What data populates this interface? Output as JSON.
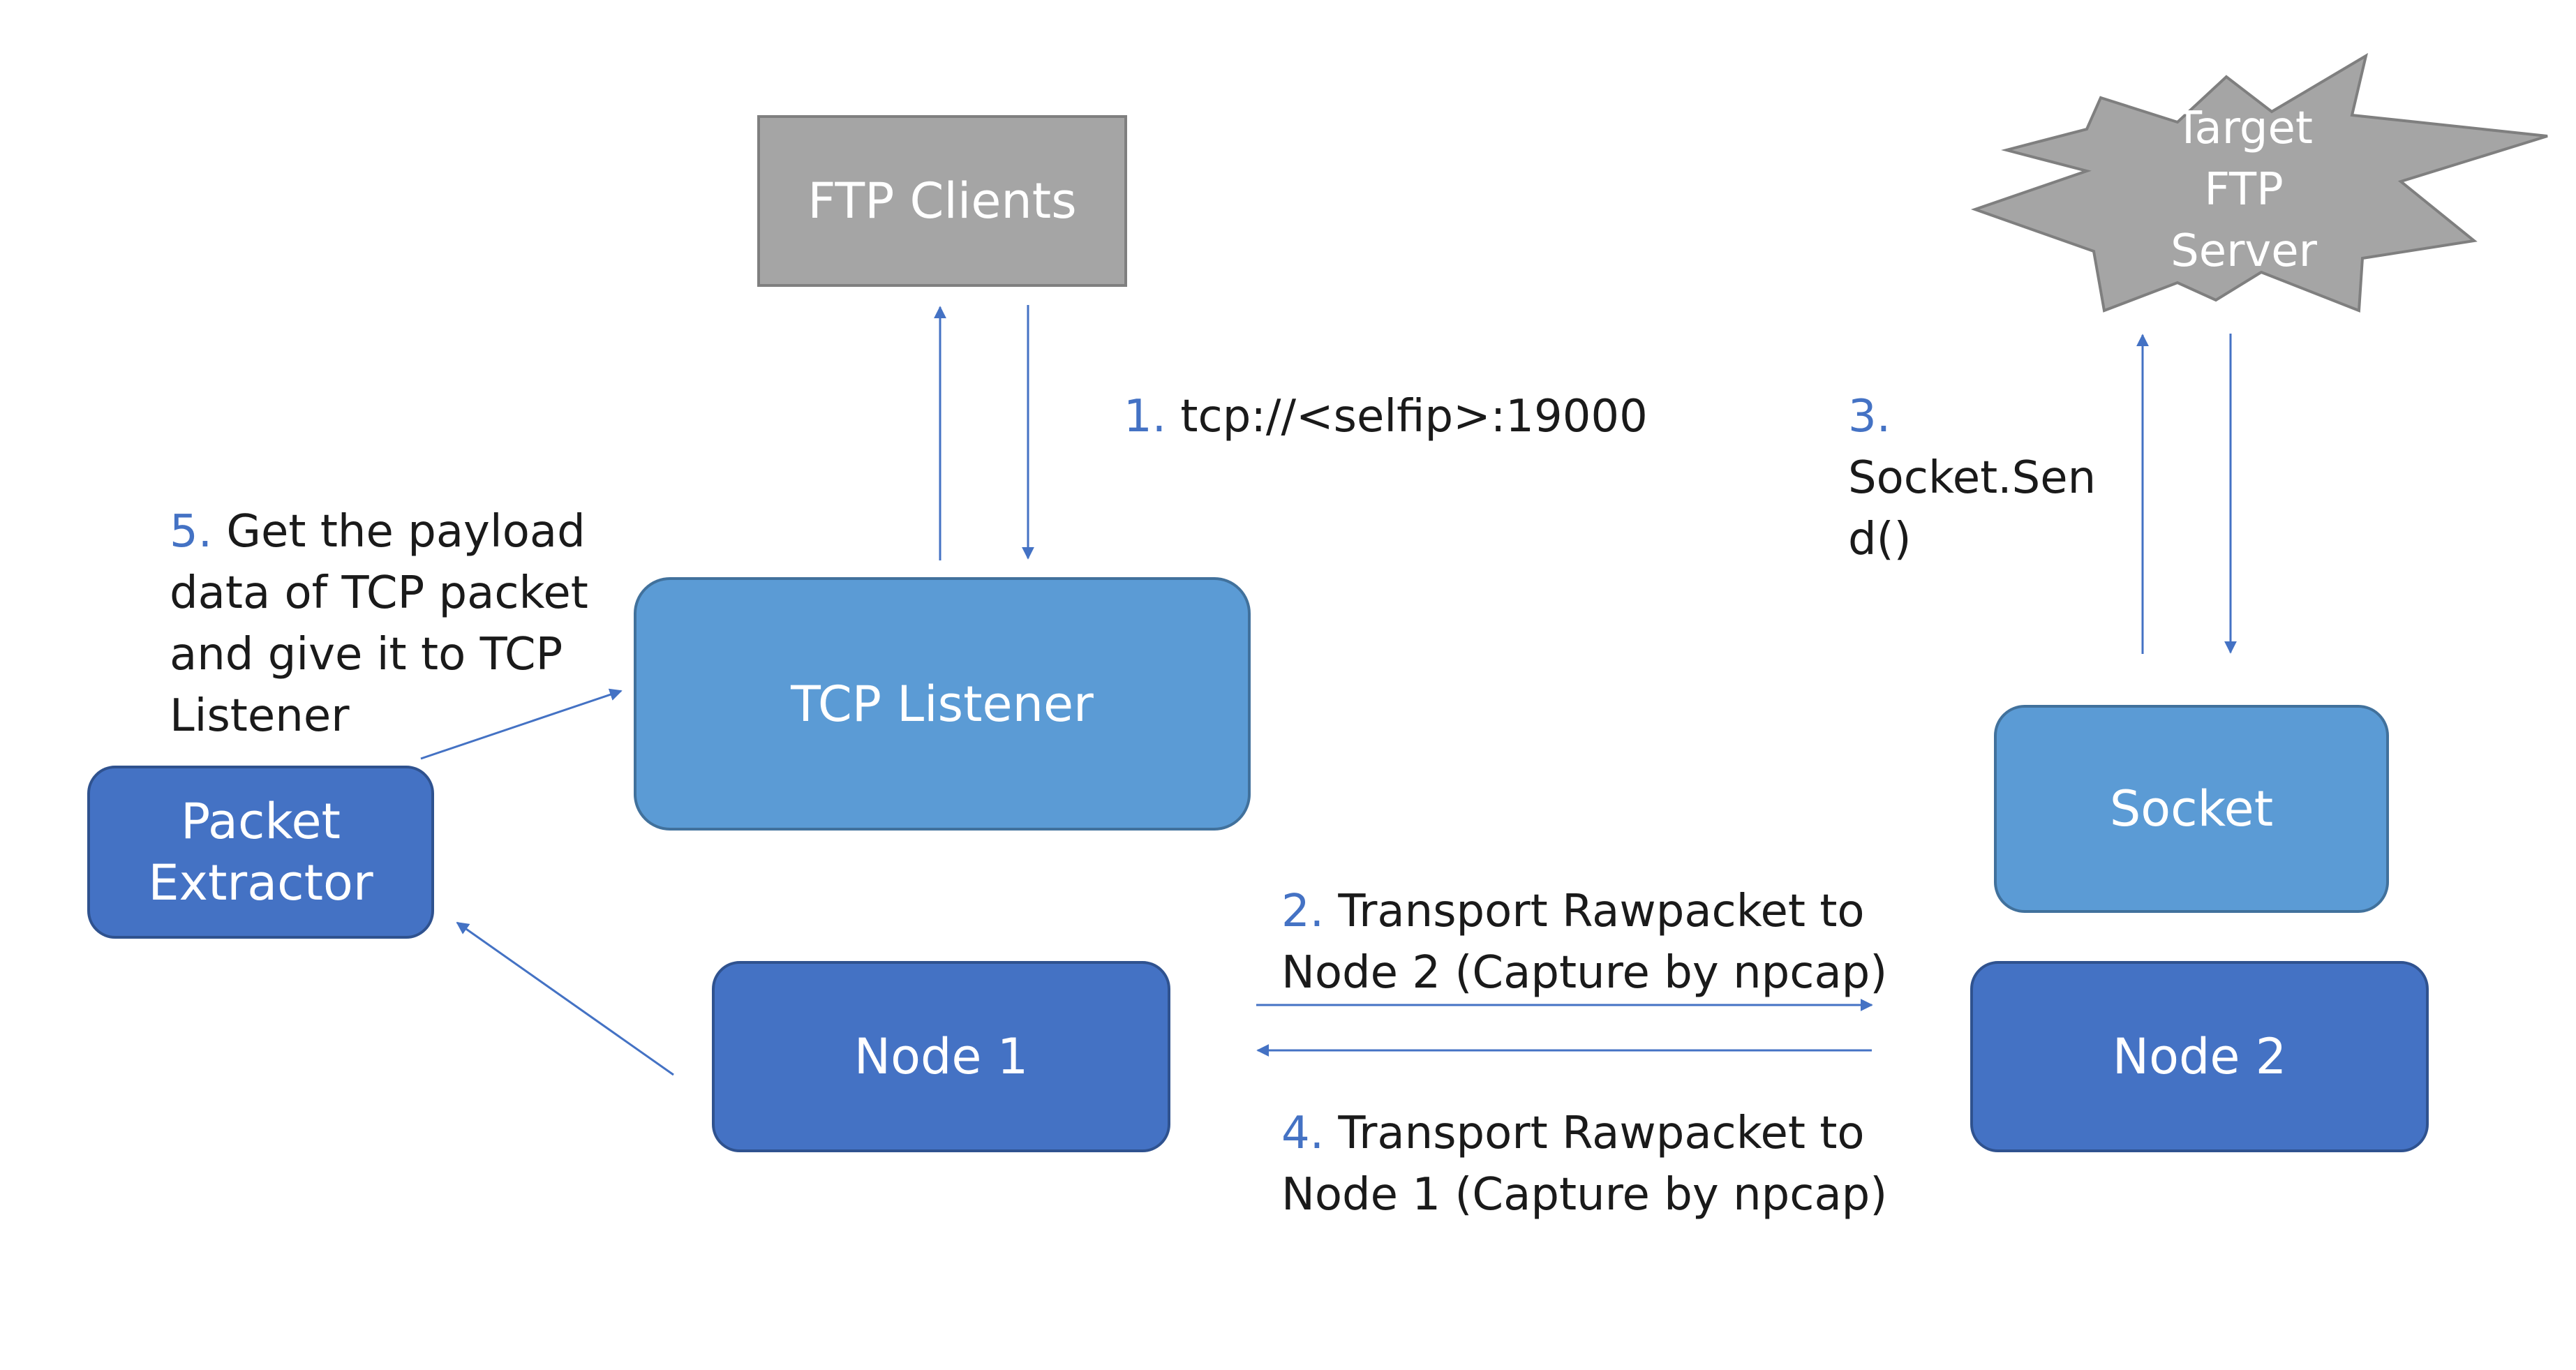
{
  "nodes": {
    "ftp_clients": {
      "label": "FTP Clients",
      "color": "#a5a5a5"
    },
    "tcp_listener": {
      "label": "TCP Listener",
      "color": "#5b9bd5"
    },
    "target_ftp_server": {
      "label": "Target\nFTP\nServer",
      "color": "#a5a5a5"
    },
    "socket": {
      "label": "Socket",
      "color": "#5b9bd5"
    },
    "packet_extractor": {
      "label": "Packet Extractor",
      "color": "#4472c4"
    },
    "node_1": {
      "label": "Node 1",
      "color": "#4472c4"
    },
    "node_2": {
      "label": "Node 2",
      "color": "#4472c4"
    }
  },
  "steps": [
    {
      "number": "1.",
      "text": "tcp://<selfip>:19000"
    },
    {
      "number": "2.",
      "text": "Transport Rawpacket to Node 2 (Capture by npcap)"
    },
    {
      "number": "3.",
      "text": "Socket.Send()"
    },
    {
      "number": "4.",
      "text": "Transport Rawpacket to Node 1 (Capture by npcap)"
    },
    {
      "number": "5.",
      "text": "Get the payload data of TCP packet and give it to TCP Listener"
    }
  ],
  "edges": [
    {
      "from": "tcp_listener",
      "to": "ftp_clients"
    },
    {
      "from": "ftp_clients",
      "to": "tcp_listener",
      "label_step": "1."
    },
    {
      "from": "socket",
      "to": "target_ftp_server"
    },
    {
      "from": "target_ftp_server",
      "to": "socket",
      "label_step": "3."
    },
    {
      "from": "node_1",
      "to": "node_2",
      "label_step": "2."
    },
    {
      "from": "node_2",
      "to": "node_1",
      "label_step": "4."
    },
    {
      "from": "node_1",
      "to": "packet_extractor"
    },
    {
      "from": "packet_extractor",
      "to": "tcp_listener",
      "label_step": "5."
    }
  ],
  "colors": {
    "arrow": "#4472c4",
    "step_number": "#4472c4",
    "text": "#1a1a1a"
  }
}
